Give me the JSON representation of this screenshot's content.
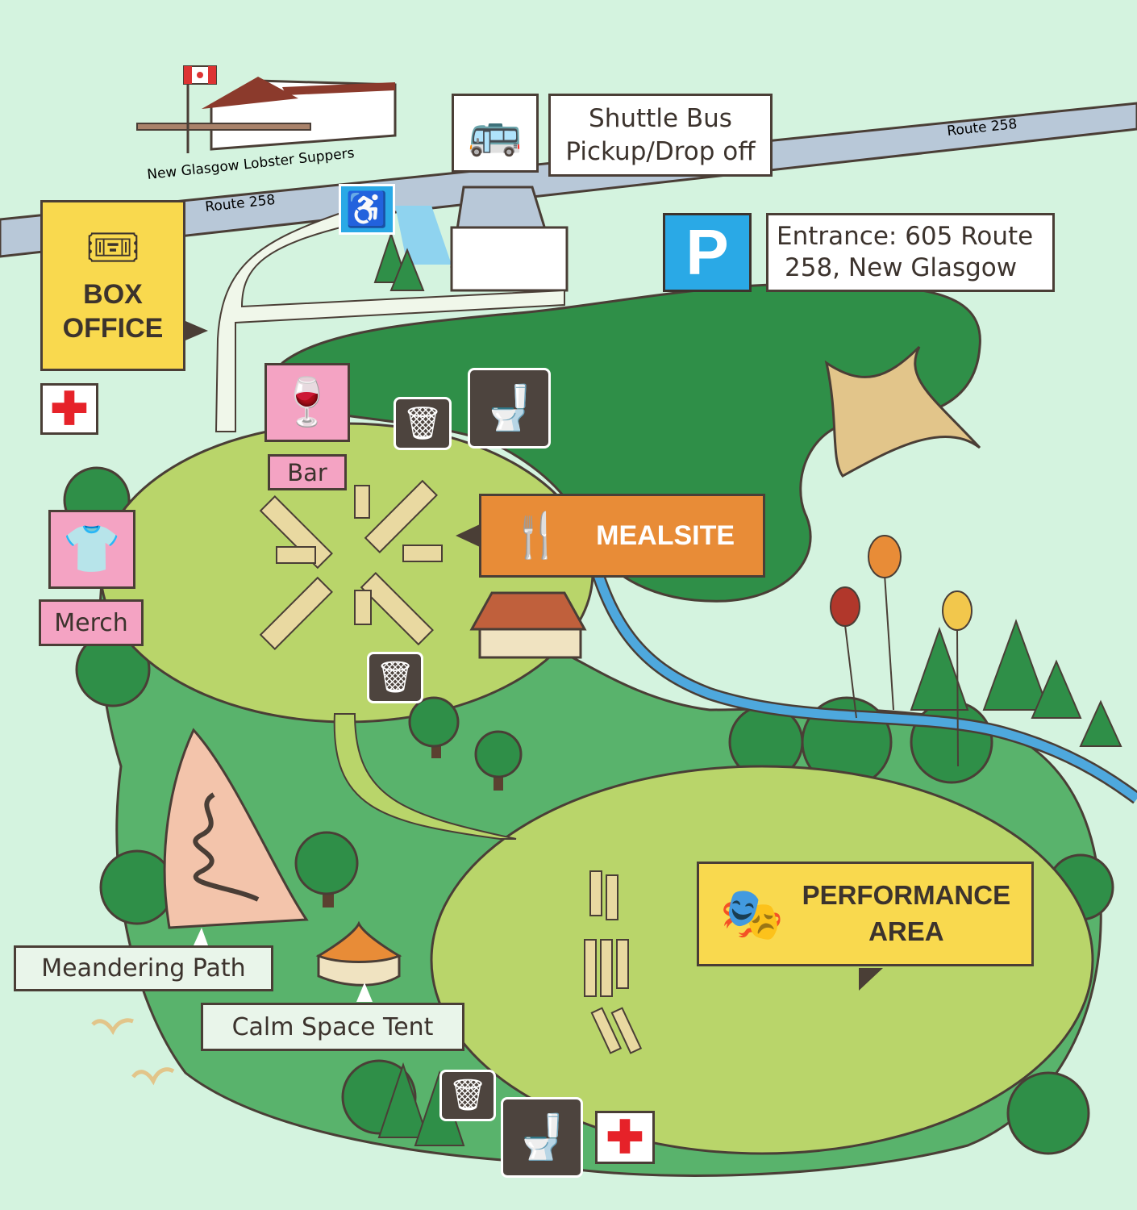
{
  "roads": {
    "route_label_right": "Route 258",
    "route_label_left": "Route 258"
  },
  "building": {
    "name": "New Glasgow Lobster Suppers"
  },
  "shuttle": {
    "label_line1": "Shuttle Bus",
    "label_line2": "Pickup/Drop off"
  },
  "parking": {
    "icon_letter": "P",
    "entrance_line1": "Entrance: 605 Route",
    "entrance_line2": "258, New Glasgow"
  },
  "box_office": {
    "line1": "BOX",
    "line2": "OFFICE"
  },
  "bar": {
    "label": "Bar"
  },
  "merch": {
    "label": "Merch"
  },
  "mealsite": {
    "label": "MEALSITE"
  },
  "performance": {
    "line1": "PERFORMANCE",
    "line2": "AREA"
  },
  "meandering_path": {
    "label": "Meandering Path"
  },
  "calm_tent": {
    "label": "Calm Space Tent"
  },
  "colors": {
    "background": "#d4f3df",
    "field": "#b9d56a",
    "forest_light": "#59b36c",
    "forest_dark": "#2f8f48",
    "river": "#4ea8dd",
    "road": "#b8c8d8",
    "outline": "#4a3e36",
    "box_office_yellow": "#f9d94e",
    "merch_pink": "#f4a3c3",
    "mealsite_orange": "#e88c37",
    "parking_blue": "#2aa9e6",
    "first_aid_red": "#e62229"
  }
}
